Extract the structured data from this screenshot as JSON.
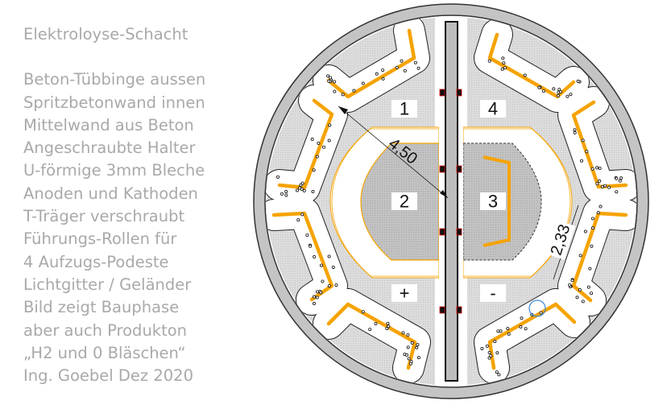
{
  "notes": {
    "title": "Elektroloyse-Schacht",
    "lines": [
      "Beton-Tübbinge aussen",
      "Spritzbetonwand innen",
      "Mittelwand aus Beton",
      "Angeschraubte Halter",
      "U-förmige 3mm Bleche",
      "Anoden und Kathoden",
      "T-Träger verschraubt",
      "Führungs-Rollen für",
      "4 Aufzugs-Podeste",
      "Lichtgitter / Geländer",
      "Bild zeigt Bauphase",
      "aber auch Produkton",
      "„H2 und 0 Bläschen“",
      "Ing. Goebel Dez 2020"
    ]
  },
  "drawing": {
    "labels": {
      "p1": "1",
      "p4": "4",
      "p2": "2",
      "p3": "3",
      "plus": "+",
      "minus": "-"
    },
    "dimensions": {
      "radius": "4,50",
      "bay": "2,33"
    },
    "colors": {
      "ring": "#c4c4c4",
      "platform": "#d9d9d9",
      "platform_dark": "#bcbcbc",
      "electrode": "#f5a300",
      "text": "#a9a9a9"
    }
  }
}
